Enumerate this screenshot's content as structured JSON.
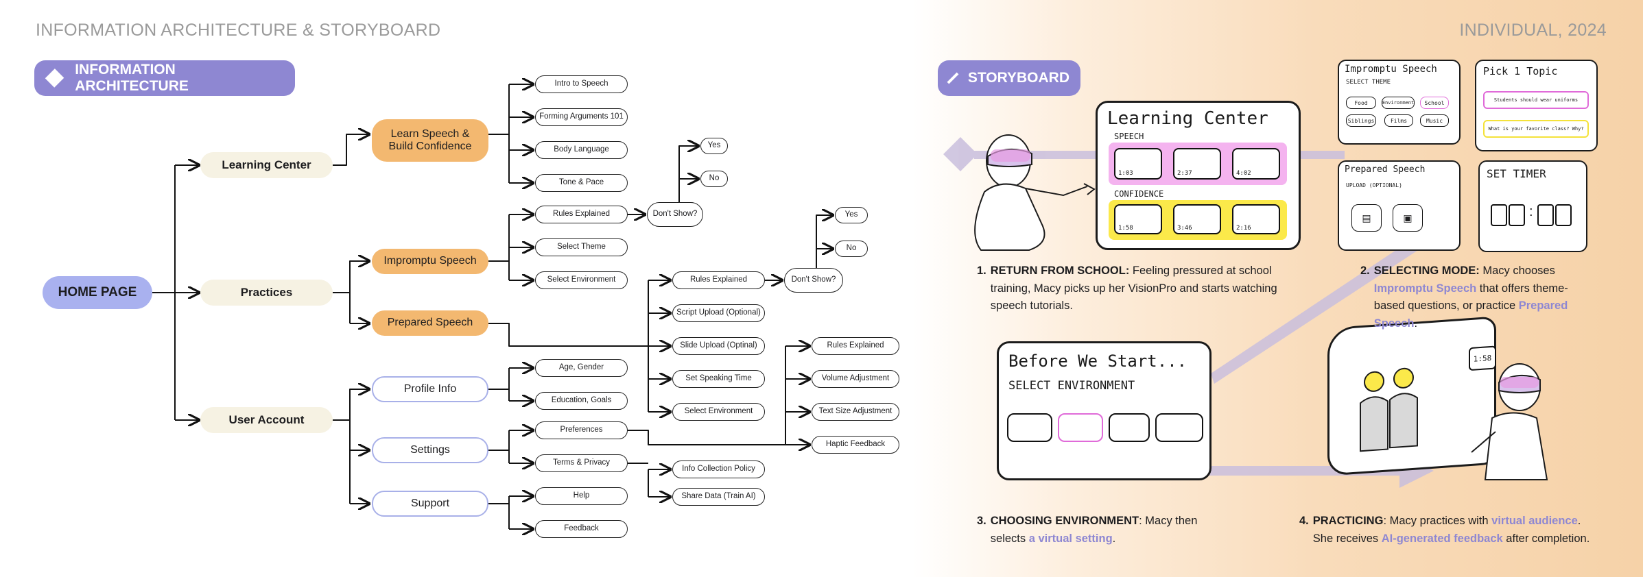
{
  "header": {
    "left_title": "INFORMATION ARCHITECTURE & STORYBOARD",
    "right_title": "INDIVIDUAL, 2024"
  },
  "ia": {
    "title": "INFORMATION ARCHITECTURE",
    "home": "HOME PAGE",
    "learning_center": "Learning Center",
    "practices": "Practices",
    "user_account": "User Account",
    "learn_speech": "Learn Speech & Build Confidence",
    "impromptu_speech": "Impromptu Speech",
    "prepared_speech": "Prepared Speech",
    "profile_info": "Profile Info",
    "settings": "Settings",
    "support": "Support",
    "learn_items": [
      "Intro to Speech",
      "Forming Arguments 101",
      "Body Language",
      "Tone & Pace"
    ],
    "impromptu_items": [
      "Rules Explained",
      "Select Theme",
      "Select Environment"
    ],
    "dont_show_1": "Don't Show?",
    "yes_1": "Yes",
    "no_1": "No",
    "prepared_items": [
      "Rules Explained",
      "Script Upload (Optional)",
      "Slide Upload (Optinal)",
      "Set Speaking Time",
      "Select Environment"
    ],
    "dont_show_2": "Don't Show?",
    "yes_2": "Yes",
    "no_2": "No",
    "profile_items": [
      "Age, Gender",
      "Education, Goals"
    ],
    "settings_items": [
      "Preferences",
      "Terms & Privacy"
    ],
    "preferences_items": [
      "Rules Explained",
      "Volume Adjustment",
      "Text Size Adjustment",
      "Haptic Feedback"
    ],
    "terms_items": [
      "Info Collection Policy",
      "Share Data (Train AI)"
    ],
    "support_items": [
      "Help",
      "Feedback"
    ]
  },
  "storyboard": {
    "title": "STORYBOARD",
    "step1": {
      "num": "1.",
      "bold": "RETURN FROM SCHOOL:",
      "text": " Feeling pressured at school training, Macy picks up her VisionPro and starts watching speech tutorials."
    },
    "step2": {
      "num": "2.",
      "bold": "SELECTING MODE:",
      "pre": " Macy chooses ",
      "hl1": "Impromptu Speech",
      "mid": " that offers theme-based questions, or practice ",
      "hl2": "Prepared Speech",
      "post": "."
    },
    "step3": {
      "num": "3.",
      "bold": "CHOOSING ENVIRONMENT",
      "pre": ": Macy then selects ",
      "hl1": "a virtual setting",
      "post": "."
    },
    "step4": {
      "num": "4.",
      "bold": "PRACTICING",
      "pre": ": Macy practices with ",
      "hl1": "virtual audience",
      "mid": ". She receives ",
      "hl2": "AI-generated feedback",
      "post": " after completion."
    },
    "sketch1": {
      "title": "Learning Center",
      "speech": "SPEECH",
      "confidence": "CONFIDENCE",
      "t1": "1:03",
      "t2": "2:37",
      "t3": "4:02",
      "t4": "1:58",
      "t5": "3:46",
      "t6": "2:16"
    },
    "sketch2a": {
      "title": "Impromptu Speech",
      "sub": "SELECT THEME",
      "chips": [
        "Food",
        "Environment",
        "School",
        "Siblings",
        "Films",
        "Music"
      ]
    },
    "sketch2b": {
      "title": "Pick 1 Topic",
      "q1": "Students should wear uniforms",
      "q2": "What is your favorite class? Why?"
    },
    "sketch2c": {
      "title": "Prepared Speech",
      "sub": "UPLOAD (OPTIONAL)"
    },
    "sketch2d": {
      "title": "SET TIMER"
    },
    "sketch3": {
      "title": "Before We Start...",
      "sub": "SELECT ENVIRONMENT"
    },
    "sketch4": {
      "timer": "1:58"
    }
  },
  "colors": {
    "accent": "#8e87d2",
    "orange": "#f3b870",
    "blue": "#a9b1ef",
    "cream": "#f6f2e3"
  }
}
